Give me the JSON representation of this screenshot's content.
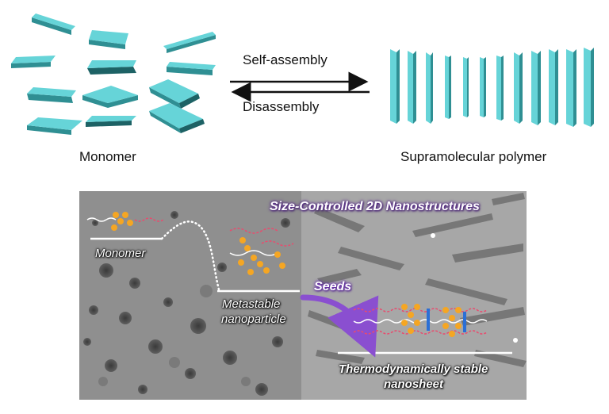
{
  "top": {
    "forward_label": "Self-assembly",
    "reverse_label": "Disassembly",
    "left_caption": "Monomer",
    "right_caption": "Supramolecular polymer"
  },
  "panel": {
    "title": "Size-Controlled 2D Nanostructures",
    "monomer_label": "Monomer",
    "metastable_line1": "Metastable",
    "metastable_line2": "nanoparticle",
    "seeds_label": "Seeds",
    "stable_line1": "Thermodynamically stable",
    "stable_line2": "nanosheet"
  },
  "colors": {
    "tile_face": "#66d4d8",
    "tile_side": "#2f8f93",
    "arrow": "#111111",
    "seeds_arrow": "#8a4fd0",
    "molecule": "#f5a623"
  }
}
